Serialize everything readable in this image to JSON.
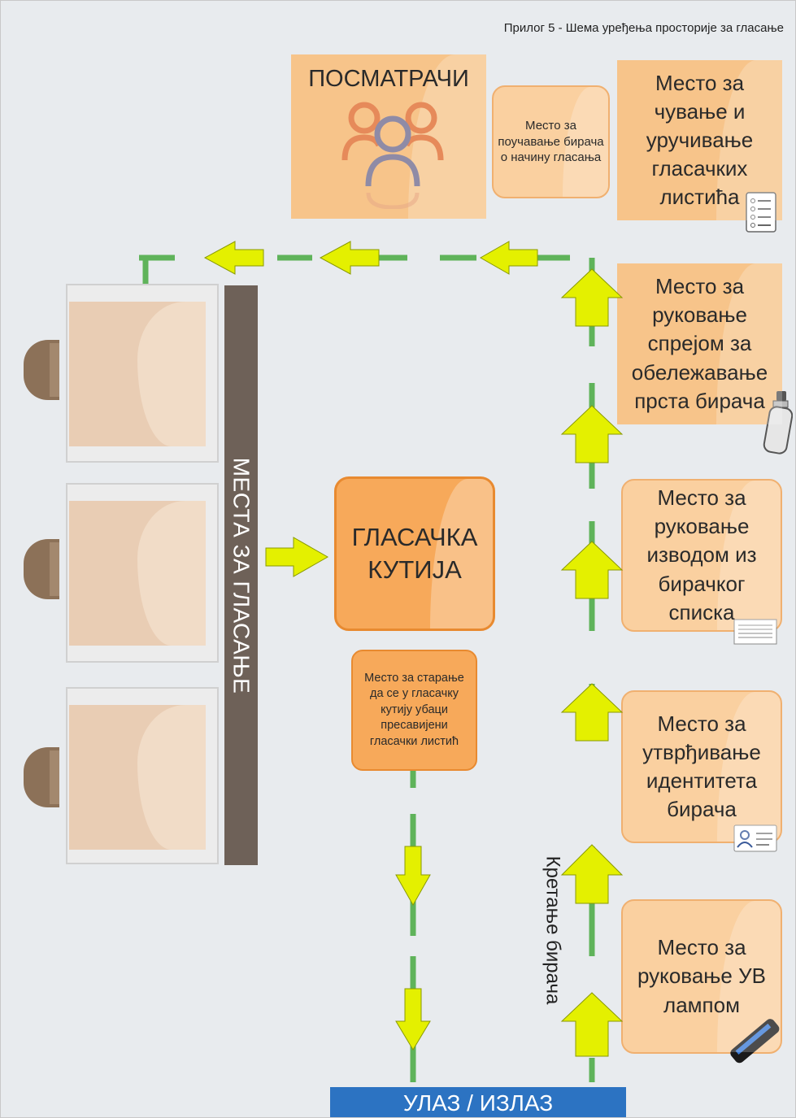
{
  "caption": "Прилог 5 - Шема уређења просторије за гласање",
  "observers": {
    "label": "ПОСМАТРАЧИ"
  },
  "instruction_box": {
    "label": "Место за поучавање бирача о начину гласања"
  },
  "stations": [
    {
      "label": "Место за чување и уручивање гласачких листића",
      "icon": "ballot-list-icon"
    },
    {
      "label": "Место за руковање спрејом за обележавање прста бирача",
      "icon": "spray-bottle-icon"
    },
    {
      "label": "Место за руковање изводом из бирачког списка",
      "icon": "document-lines-icon"
    },
    {
      "label": "Место за утврђивање идентитета бирача",
      "icon": "id-card-icon"
    },
    {
      "label": "Место за руковање УВ лампом",
      "icon": "uv-lamp-icon"
    }
  ],
  "voting_booths_label": "МЕСТА ЗА ГЛАСАЊЕ",
  "ballot_box": {
    "label": "ГЛАСАЧКА КУТИЈА"
  },
  "ballot_box_helper": {
    "label": "Место за старање да се у гласачку кутију убаци пресавијени гласачки листић"
  },
  "voter_movement_label": "Кретање бирача",
  "entrance_exit_label": "УЛАЗ / ИЗЛАЗ",
  "colors": {
    "arrow": "#e4f000",
    "path": "#5fb35a",
    "station": "#f7c48a",
    "wall": "#6e6158",
    "exit": "#2c73c2"
  }
}
